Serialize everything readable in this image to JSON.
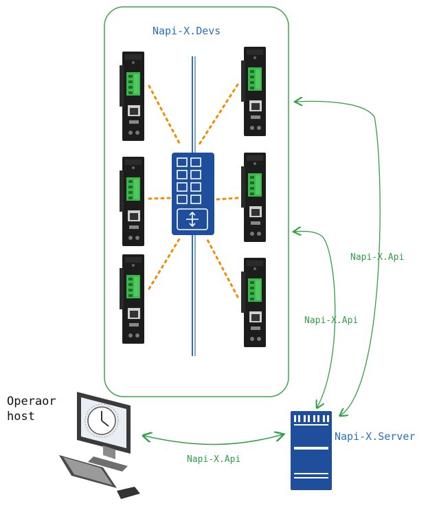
{
  "cluster": {
    "title": "Napi-X.Devs"
  },
  "links": {
    "right_top": "Napi-X.Api",
    "right_mid": "Napi-X.Api",
    "bottom": "Napi-X.Api"
  },
  "server": {
    "label": "Napi-X.Server"
  },
  "operator": {
    "line1": "Operaor",
    "line2": "host"
  },
  "colors": {
    "frame": "#3fa34d",
    "title_blue": "#2a6fbf",
    "dots": "#f08c00",
    "switch_blue": "#1f4e9c",
    "link_green": "#2f9e44"
  },
  "icons": [
    "io-device-icon",
    "network-switch-icon",
    "server-icon",
    "desktop-computer-icon"
  ]
}
